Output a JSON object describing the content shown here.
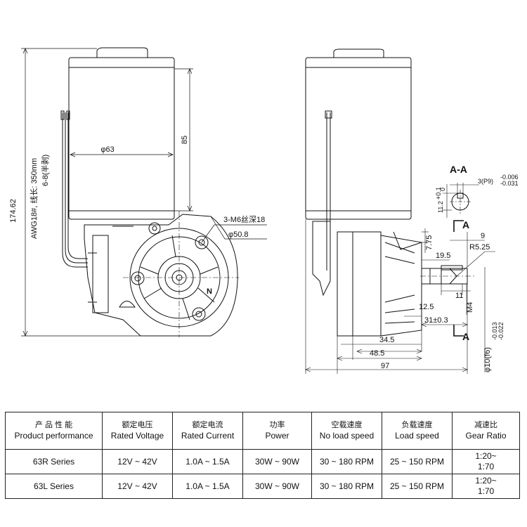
{
  "dims": {
    "total_height": "174.62",
    "body_height": "85",
    "diameter_body": "φ63",
    "mount_holes": "3-M6丝深18",
    "bolt_circle": "φ50.8",
    "wire_note": "AWG18#, 线长: 350mm",
    "wire_size": "6-8(半剥)",
    "direction_mark": "N",
    "section": "A-A",
    "key_tol": "3(P9)",
    "key_tol_upper": "-0.006",
    "key_tol_lower": "-0.031",
    "key_depth": "11.2",
    "key_depth_tol": "+0.1",
    "key_depth_tol2": "0",
    "section_mark": "A",
    "d_7_75": "7.75",
    "d_9": "9",
    "d_19_5": "19.5",
    "d_r5_25": "R5.25",
    "d_11": "11",
    "d_12_5": "12.5",
    "d_m4": "M4",
    "d_31": "31±0.3",
    "d_shaft": "φ10(f6)",
    "d_shaft_upper": "-0.013",
    "d_shaft_lower": "-0.022",
    "d_34_5": "34.5",
    "d_48_5": "48.5",
    "d_97": "97"
  },
  "table": {
    "headers": [
      {
        "cn": "产 品 性 能",
        "en": "Product performance"
      },
      {
        "cn": "额定电压",
        "en": "Rated Voltage"
      },
      {
        "cn": "额定电流",
        "en": "Rated Current"
      },
      {
        "cn": "功率",
        "en": "Power"
      },
      {
        "cn": "空载速度",
        "en": "No load speed"
      },
      {
        "cn": "负载速度",
        "en": "Load speed"
      },
      {
        "cn": "减速比",
        "en": "Gear Ratio"
      }
    ],
    "rows": [
      {
        "series": "63R Series",
        "voltage": "12V ~ 42V",
        "current": "1.0A ~ 1.5A",
        "power": "30W ~ 90W",
        "no_load": "30 ~ 180 RPM",
        "load": "25 ~ 150 RPM",
        "ratio_1": "1:20~",
        "ratio_2": "1:70"
      },
      {
        "series": "63L Series",
        "voltage": "12V ~ 42V",
        "current": "1.0A ~ 1.5A",
        "power": "30W ~ 90W",
        "no_load": "30 ~ 180 RPM",
        "load": "25 ~ 150 RPM",
        "ratio_1": "1:20~",
        "ratio_2": "1:70"
      }
    ]
  }
}
